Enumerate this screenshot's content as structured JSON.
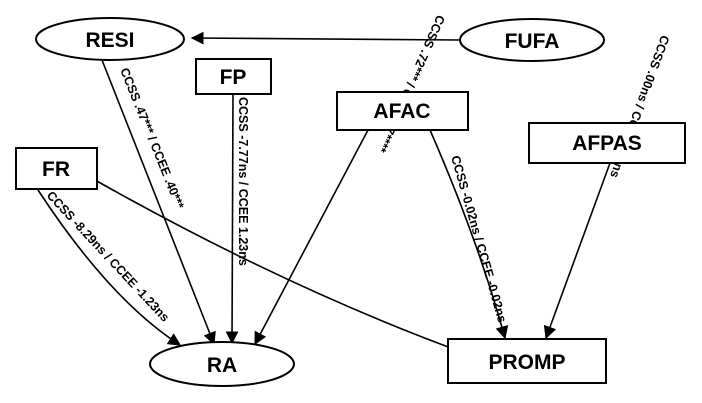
{
  "nodes": {
    "resi": "RESI",
    "fufa": "FUFA",
    "fp": "FP",
    "afac": "AFAC",
    "afpas": "AFPAS",
    "fr": "FR",
    "ra": "RA",
    "promp": "PROMP"
  },
  "edges": {
    "resi_ra": "CCSS .47*** / CCEE .40***",
    "fp_ra": "CCSS -7.77ns / CCEE 1.23ns",
    "afac_ra": "CCSS .72*** / CCEE .7****",
    "afac_promp": "CCSS -0.02ns / CCEE -0.02ns",
    "afpas_promp": "CCSS .00ns / CCEE .00ns",
    "fr_ra": "CCSS -8.29ns / CCEE -1.23ns"
  }
}
